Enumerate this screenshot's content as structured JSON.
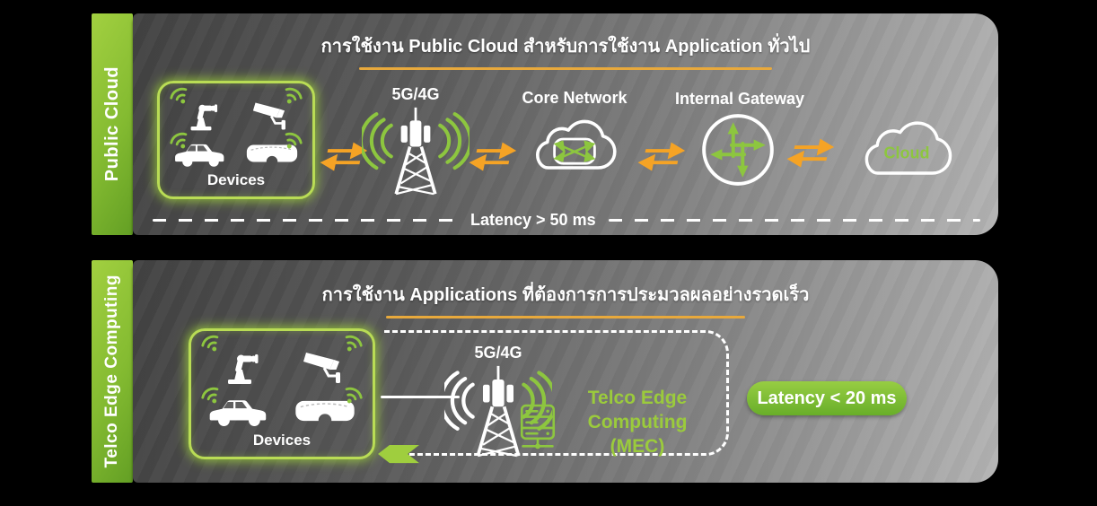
{
  "colors": {
    "accent_green": "#8DC63F",
    "accent_orange": "#F5A623",
    "panel_dark": "#424242",
    "panel_light": "#B4B4B4",
    "background": "#000000"
  },
  "public_cloud": {
    "side_label": "Public Cloud",
    "title": "การใช้งาน Public Cloud สำหรับการใช้งาน Application ทั่วไป",
    "devices_label": "Devices",
    "tower_label": "5G/4G",
    "core_network_label": "Core Network",
    "gateway_label": "Internal Gateway",
    "cloud_label": "Cloud",
    "latency_label": "Latency > 50 ms"
  },
  "telco_edge": {
    "side_label": "Telco Edge Computing",
    "title": "การใช้งาน Applications ที่ต้องการการประมวลผลอย่างรวดเร็ว",
    "devices_label": "Devices",
    "tower_label": "5G/4G",
    "mec_label_line1": "Telco Edge Computing",
    "mec_label_line2": "(MEC)",
    "latency_badge": "Latency < 20 ms"
  }
}
